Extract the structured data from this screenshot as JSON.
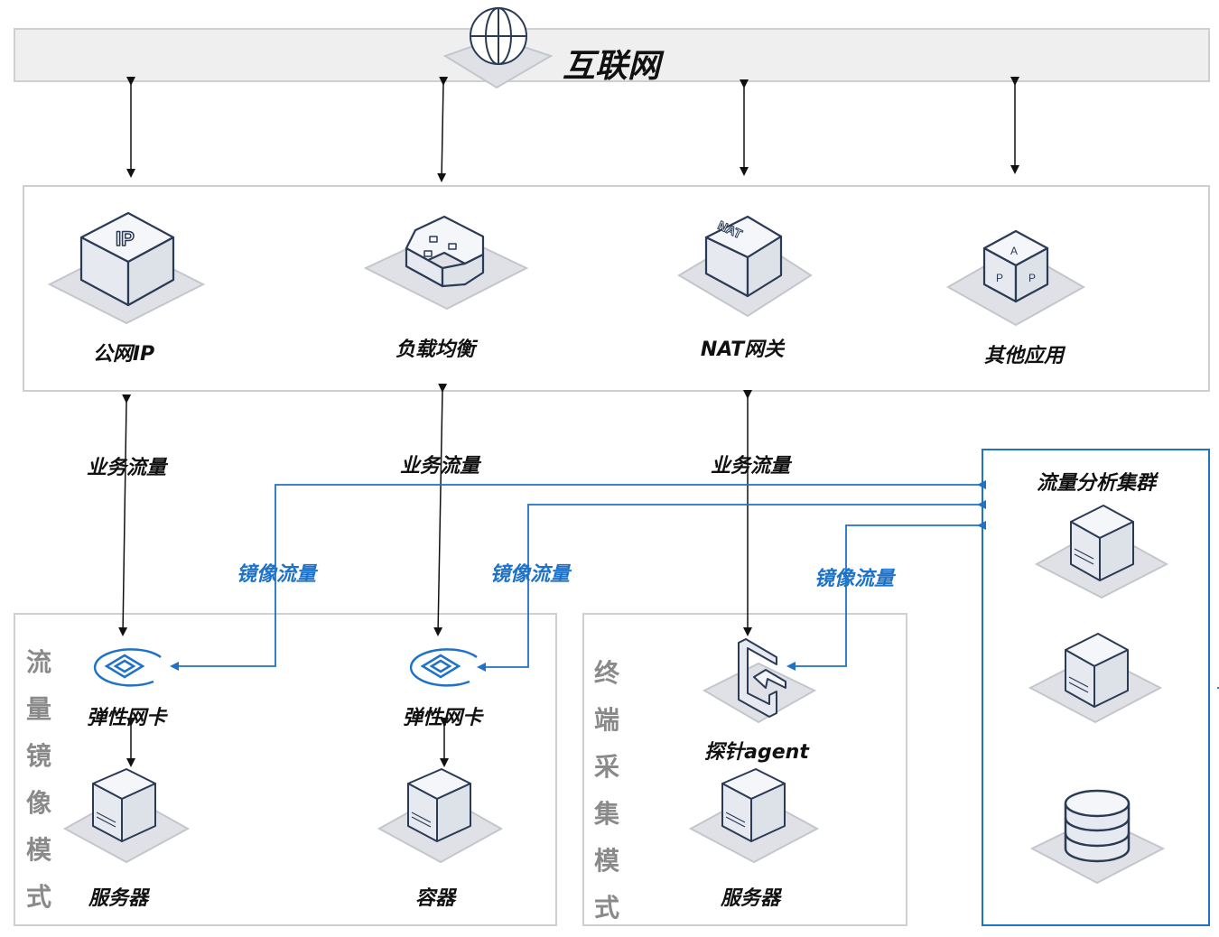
{
  "internet": {
    "label": "互联网",
    "icon": "globe-icon"
  },
  "gateway_row": {
    "items": [
      {
        "label": "公网IP",
        "icon": "public-ip-icon"
      },
      {
        "label": "负载均衡",
        "icon": "load-balancer-icon"
      },
      {
        "label": "NAT网关",
        "icon": "nat-gateway-icon"
      },
      {
        "label": "其他应用",
        "icon": "app-cube-icon"
      }
    ]
  },
  "flows": {
    "business": "业务流量",
    "mirror": "镜像流量"
  },
  "mirror_mode": {
    "title_chars": [
      "流",
      "量",
      "镜",
      "像",
      "模",
      "式"
    ],
    "nics": [
      {
        "label": "弹性网卡",
        "icon": "elastic-nic-icon"
      },
      {
        "label": "弹性网卡",
        "icon": "elastic-nic-icon"
      }
    ],
    "hosts": [
      {
        "label": "服务器",
        "icon": "server-icon"
      },
      {
        "label": "容器",
        "icon": "container-server-icon"
      }
    ]
  },
  "agent_mode": {
    "title_chars": [
      "终",
      "端",
      "采",
      "集",
      "模",
      "式"
    ],
    "agent": {
      "label": "探针agent",
      "icon": "probe-agent-icon"
    },
    "host": {
      "label": "服务器",
      "icon": "server-icon"
    }
  },
  "cluster": {
    "title": "流量分析集群",
    "nodes": [
      {
        "icon": "server-icon"
      },
      {
        "icon": "server-icon"
      },
      {
        "icon": "database-icon"
      }
    ]
  },
  "colors": {
    "mirror": "#1e72c8",
    "business": "#111111",
    "frame": "#c8c8c8",
    "icon_stroke": "#2b3a55"
  }
}
